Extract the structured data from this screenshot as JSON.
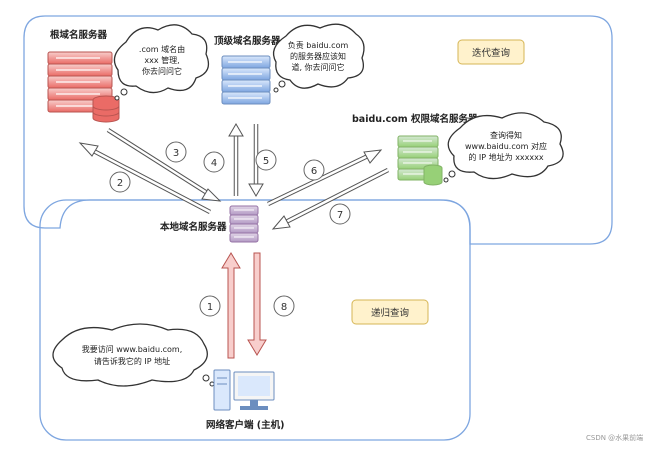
{
  "nodes": {
    "root_server": {
      "label": "根域名服务器",
      "bubble": [
        ".com 域名由",
        "xxx 管理,",
        "你去问问它"
      ]
    },
    "tld_server": {
      "label": "顶级域名服务器",
      "bubble": [
        "负责 baidu.com",
        "的服务器应该知",
        "道, 你去问问它"
      ]
    },
    "auth_server": {
      "label": "baidu.com 权限域名服务器",
      "bubble": [
        "查询得知",
        "www.baidu.com 对应",
        "的 IP 地址为 xxxxxx"
      ]
    },
    "local_server": {
      "label": "本地域名服务器"
    },
    "client": {
      "label": "网络客户端 (主机)",
      "bubble": [
        "我要访问 www.baidu.com,",
        "请告诉我它的 IP 地址"
      ]
    }
  },
  "regions": {
    "iterative": {
      "label": "迭代查询"
    },
    "recursive": {
      "label": "递归查询"
    }
  },
  "steps": [
    "1",
    "2",
    "3",
    "4",
    "5",
    "6",
    "7",
    "8"
  ],
  "watermark": "CSDN @水果前端",
  "colors": {
    "root": "#e06666",
    "tld": "#7ea6e0",
    "auth": "#82b366",
    "local": "#a680b8",
    "client": "#6c8ebf",
    "region_border": "#7ea6e0",
    "label_box": "#fff2cc"
  }
}
